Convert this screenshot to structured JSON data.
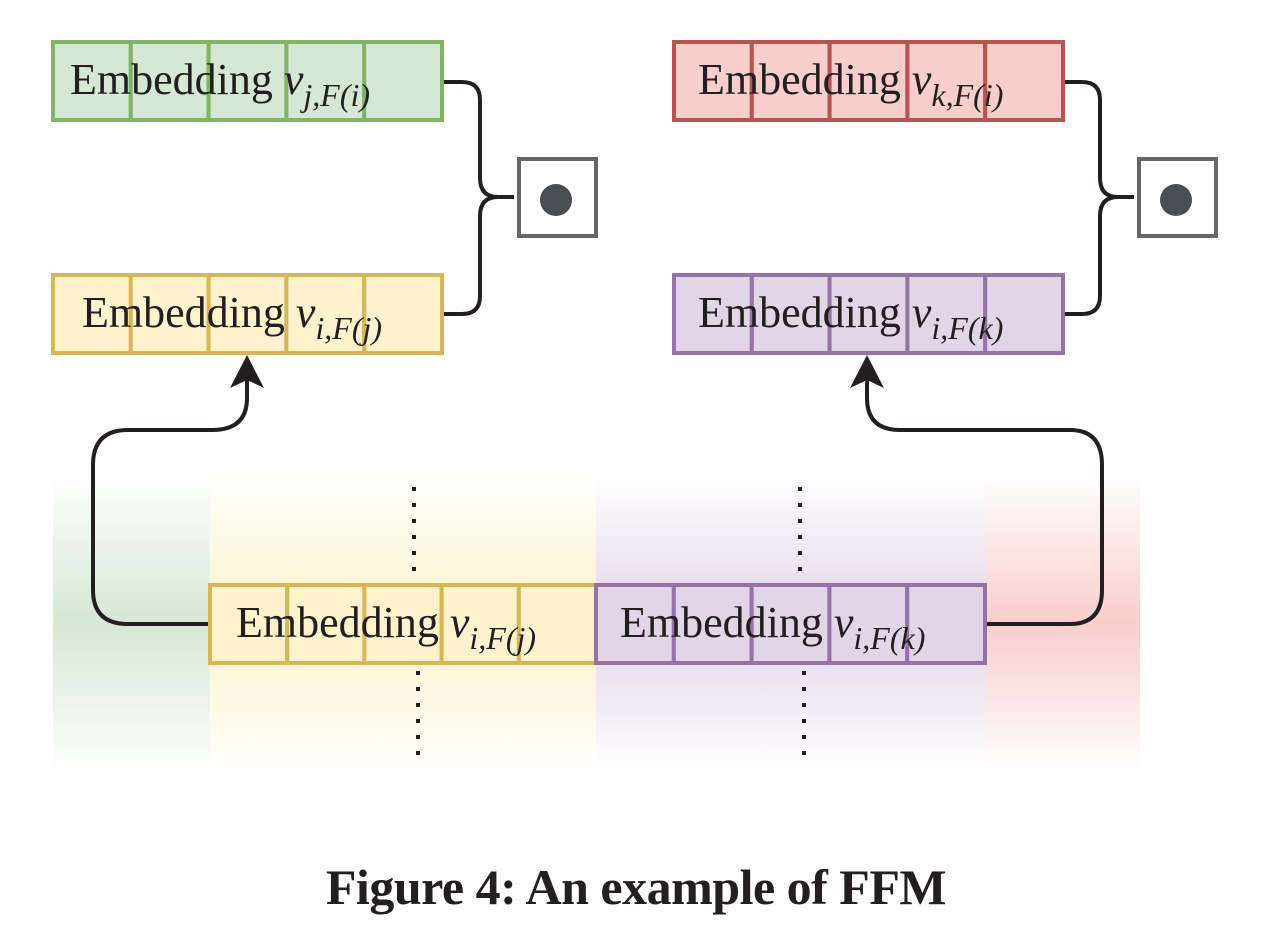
{
  "figure": {
    "caption": "Figure 4: An example of FFM",
    "colors": {
      "green": {
        "stroke": "#82b366",
        "fill": "#d5e8d4"
      },
      "red": {
        "stroke": "#b85450",
        "fill": "#f8cecc"
      },
      "yellow": {
        "stroke": "#d6b656",
        "fill": "#fff2cc"
      },
      "purple": {
        "stroke": "#9673a6",
        "fill": "#e1d5e7"
      },
      "connector": "#231f20",
      "operator_border": "#666666",
      "operator_dot": "#4a4d52"
    },
    "embeddings": [
      {
        "id": "emb-j-Fi",
        "word": "Embedding",
        "var": "v",
        "sub": "j,F(i)",
        "color": "green",
        "cells": 5,
        "group": "top-left"
      },
      {
        "id": "emb-i-Fj-top",
        "word": "Embedding",
        "var": "v",
        "sub": "i,F(j)",
        "color": "yellow",
        "cells": 5,
        "group": "mid-left"
      },
      {
        "id": "emb-k-Fi",
        "word": "Embedding",
        "var": "v",
        "sub": "k,F(i)",
        "color": "red",
        "cells": 5,
        "group": "top-right"
      },
      {
        "id": "emb-i-Fk-top",
        "word": "Embedding",
        "var": "v",
        "sub": "i,F(k)",
        "color": "purple",
        "cells": 5,
        "group": "mid-right"
      },
      {
        "id": "emb-i-Fj-bottom",
        "word": "Embedding",
        "var": "v",
        "sub": "i,F(j)",
        "color": "yellow",
        "cells": 5,
        "group": "bottom-left"
      },
      {
        "id": "emb-i-Fk-bottom",
        "word": "Embedding",
        "var": "v",
        "sub": "i,F(k)",
        "color": "purple",
        "cells": 5,
        "group": "bottom-right"
      }
    ],
    "operators": [
      {
        "id": "dot-product-left",
        "symbol": "dot-product"
      },
      {
        "id": "dot-product-right",
        "symbol": "dot-product"
      }
    ],
    "field_bands": [
      "green",
      "yellow",
      "purple",
      "red"
    ],
    "ellipsis": "vertical-dots"
  }
}
